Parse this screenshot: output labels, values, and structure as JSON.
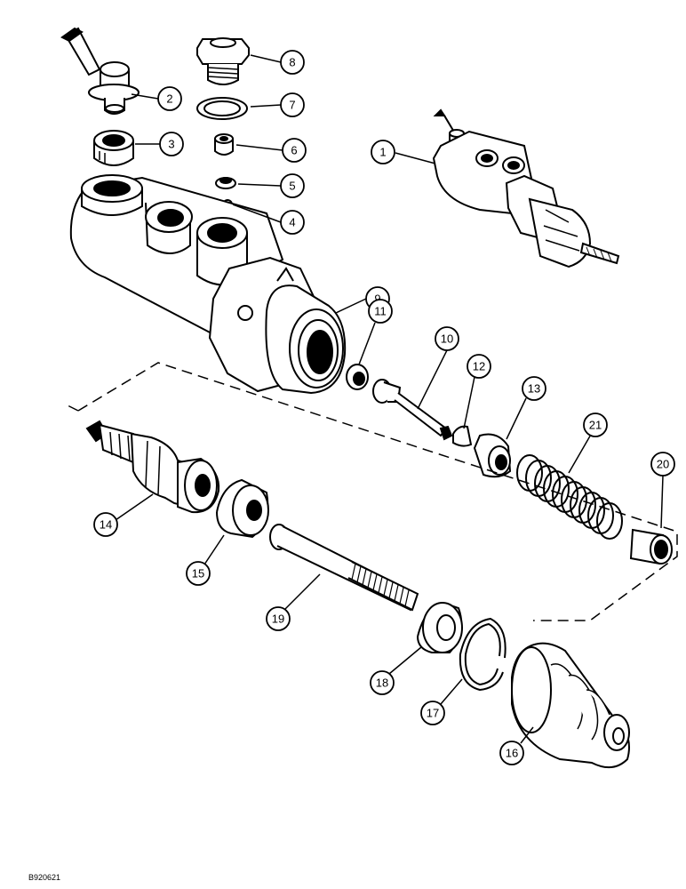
{
  "diagram": {
    "drawing_code": "B920621",
    "callouts": [
      {
        "label": "1"
      },
      {
        "label": "2"
      },
      {
        "label": "3"
      },
      {
        "label": "4"
      },
      {
        "label": "5"
      },
      {
        "label": "6"
      },
      {
        "label": "7"
      },
      {
        "label": "8"
      },
      {
        "label": "9"
      },
      {
        "label": "10"
      },
      {
        "label": "11"
      },
      {
        "label": "12"
      },
      {
        "label": "13"
      },
      {
        "label": "14"
      },
      {
        "label": "15"
      },
      {
        "label": "16"
      },
      {
        "label": "17"
      },
      {
        "label": "18"
      },
      {
        "label": "19"
      },
      {
        "label": "20"
      },
      {
        "label": "21"
      }
    ]
  }
}
